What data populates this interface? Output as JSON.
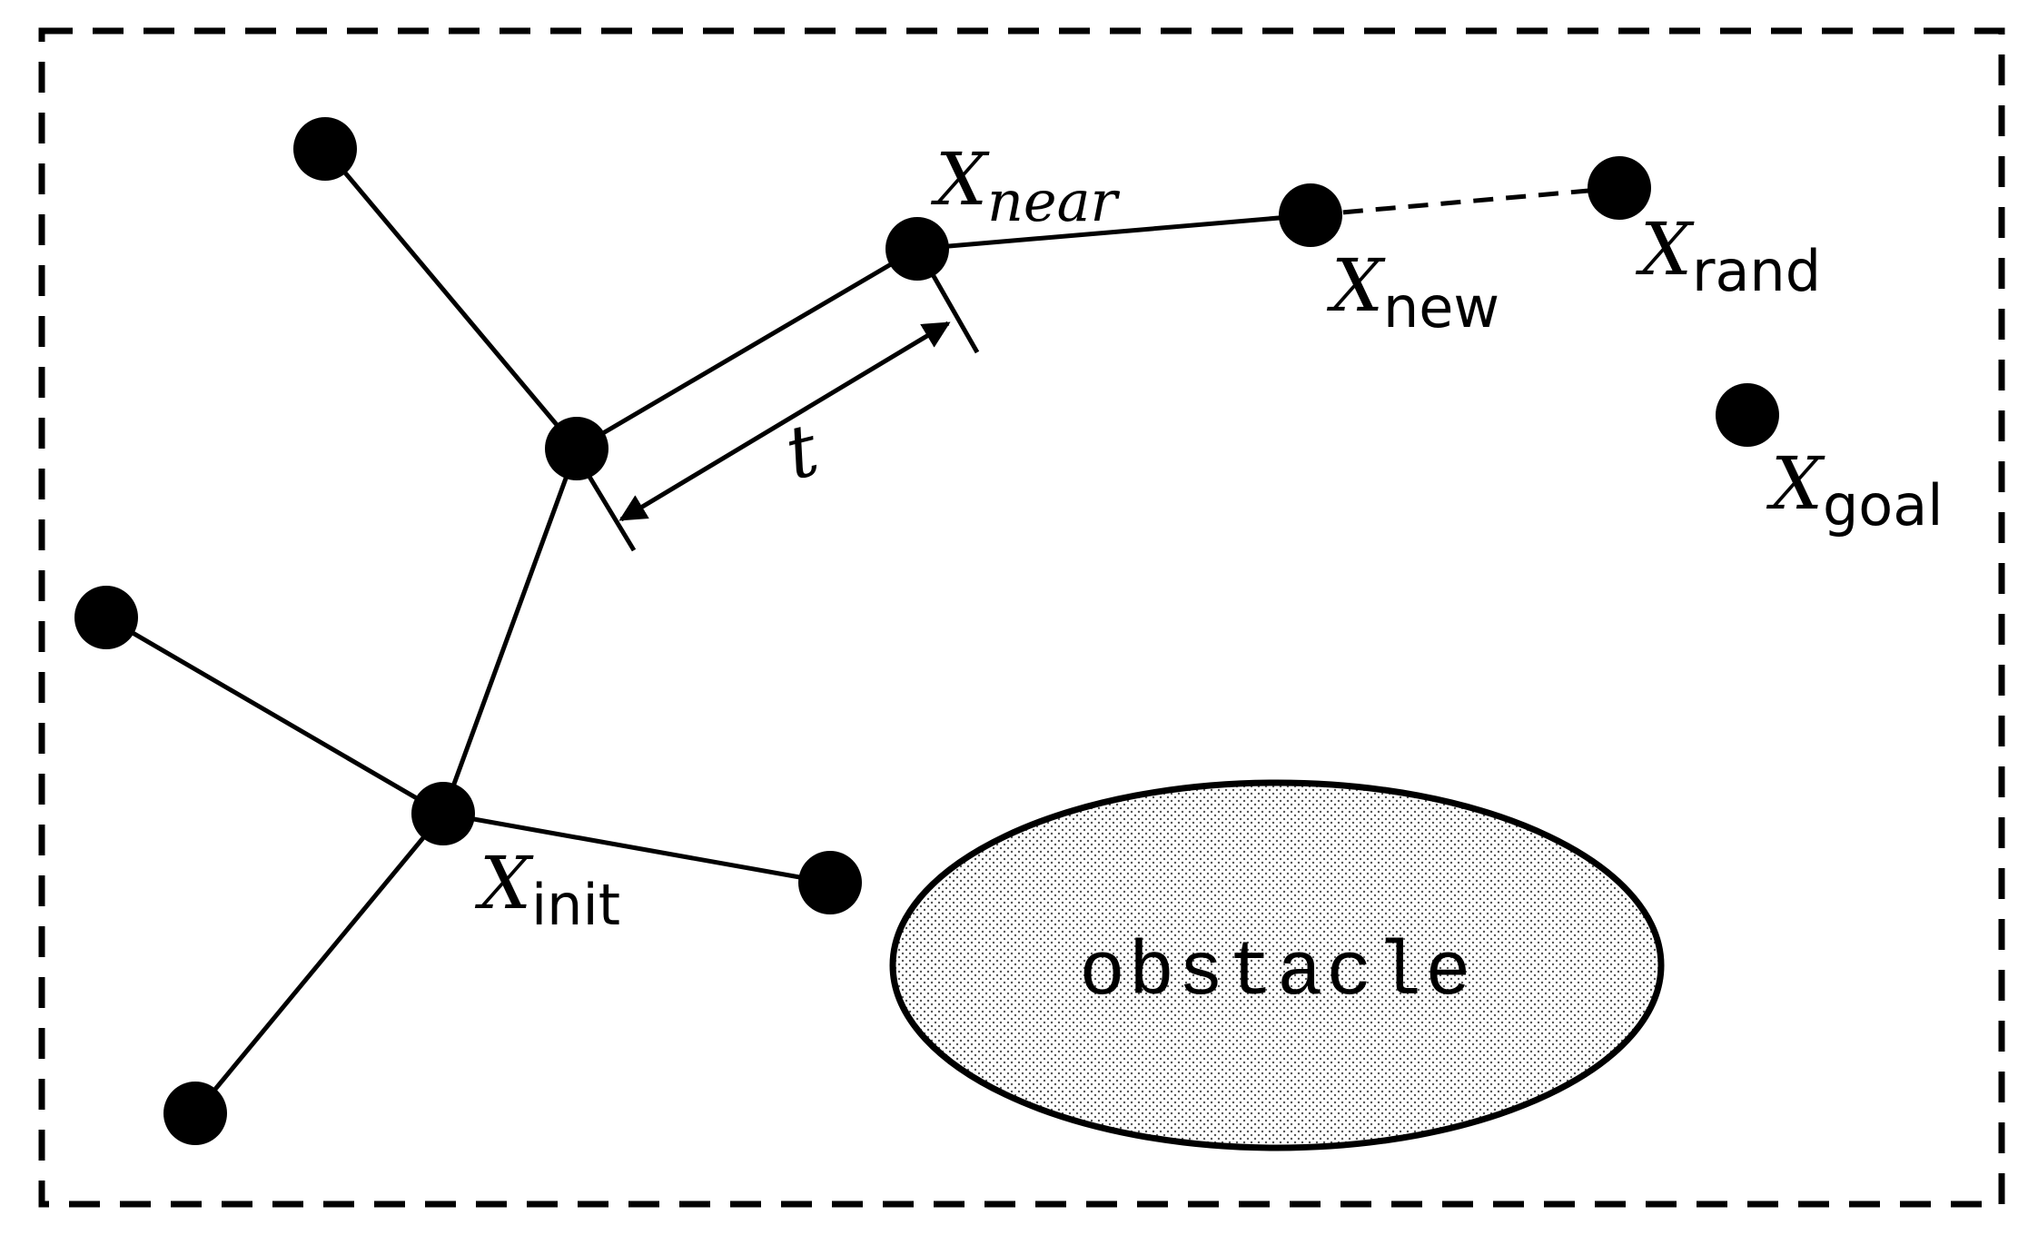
{
  "labels": {
    "x_near": {
      "base": "X",
      "sub": "near"
    },
    "x_new": {
      "base": "X",
      "sub": "new"
    },
    "x_rand": {
      "base": "X",
      "sub": "rand"
    },
    "x_goal": {
      "base": "X",
      "sub": "goal"
    },
    "x_init": {
      "base": "X",
      "sub": "init"
    },
    "step": "t",
    "obstacle": "obstacle"
  },
  "colors": {
    "ink": "#000000",
    "obstacle_dots": "#555555"
  }
}
